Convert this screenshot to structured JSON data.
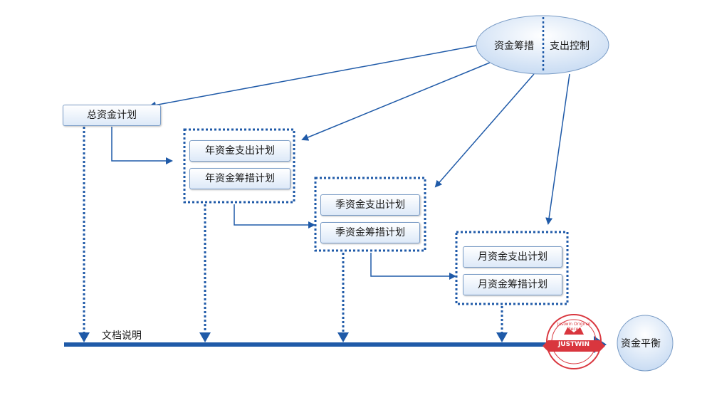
{
  "top_node": {
    "left": "资金筹措",
    "right": "支出控制"
  },
  "total_plan": "总资金计划",
  "annual": {
    "expense": "年资金支出计划",
    "funding": "年资金筹措计划"
  },
  "quarterly": {
    "expense": "季资金支出计划",
    "funding": "季资金筹措计划"
  },
  "monthly": {
    "expense": "月资金支出计划",
    "funding": "月资金筹措计划"
  },
  "baseline_label": "文档说明",
  "balance_node": "资金平衡",
  "stamp": {
    "text": "Justwin Original Pieces",
    "badge": "JUSTWIN"
  },
  "colors": {
    "line": "#1f5aa8",
    "box_border": "#7a9cc6",
    "ellipse_fill": "#dbe8f8",
    "stamp": "#d9363e"
  }
}
